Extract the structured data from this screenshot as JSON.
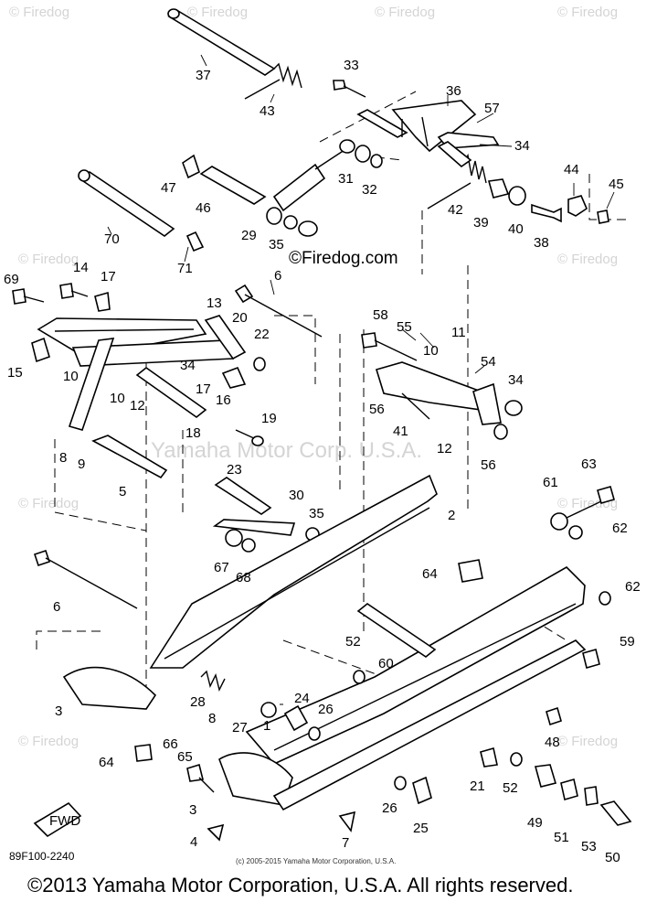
{
  "watermark": {
    "brand": "© Firedog",
    "center_brand": "©Firedog.com",
    "center_text": "Yamaha Motor Corp. U.S.A."
  },
  "diagram_code": "89F100-2240",
  "small_copyright": "(c) 2005-2015 Yamaha Motor Corporation, U.S.A.",
  "copyright": "©2013 Yamaha Motor Corporation, U.S.A. All rights reserved.",
  "fwd_label": "FWD",
  "callouts": [
    "1",
    "2",
    "3",
    "3",
    "4",
    "5",
    "6",
    "6",
    "7",
    "8",
    "8",
    "9",
    "10",
    "10",
    "10",
    "11",
    "12",
    "12",
    "13",
    "14",
    "15",
    "16",
    "17",
    "17",
    "18",
    "19",
    "20",
    "21",
    "22",
    "23",
    "24",
    "25",
    "26",
    "26",
    "27",
    "28",
    "29",
    "30",
    "31",
    "32",
    "33",
    "34",
    "34",
    "34",
    "35",
    "35",
    "36",
    "37",
    "38",
    "39",
    "40",
    "41",
    "42",
    "43",
    "44",
    "45",
    "46",
    "47",
    "48",
    "49",
    "50",
    "51",
    "52",
    "52",
    "53",
    "54",
    "55",
    "56",
    "56",
    "57",
    "58",
    "59",
    "60",
    "61",
    "62",
    "62",
    "63",
    "64",
    "64",
    "65",
    "66",
    "67",
    "68",
    "69",
    "70",
    "71"
  ]
}
